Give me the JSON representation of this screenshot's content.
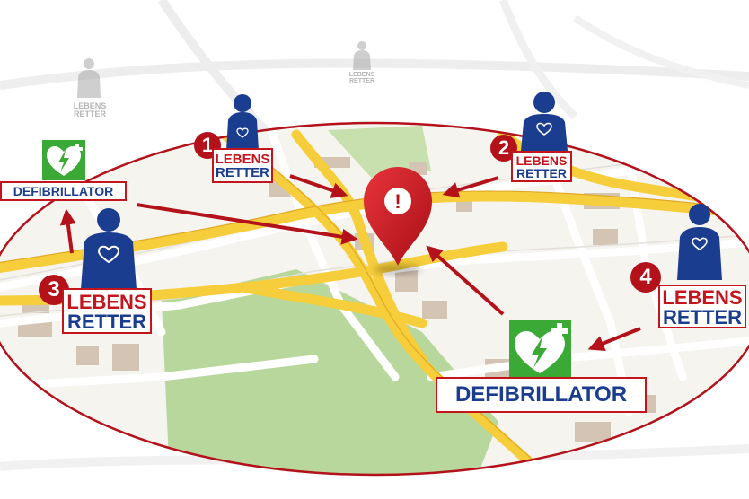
{
  "colors": {
    "accent_red": "#c4141c",
    "person_blue": "#1b3d8f",
    "aed_green": "#3aa935",
    "road_yellow": "#f6cd3a",
    "park_green": "#b7d69a"
  },
  "icons": {
    "person": "person-silhouette-icon",
    "aed": "aed-heart-lightning-icon",
    "pin": "map-pin-icon"
  },
  "emergency_pin": {
    "symbol": "!"
  },
  "responders": [
    {
      "number": "1",
      "label_top": "LEBENS",
      "label_bottom": "RETTER"
    },
    {
      "number": "2",
      "label_top": "LEBENS",
      "label_bottom": "RETTER"
    },
    {
      "number": "3",
      "label_top": "LEBENS",
      "label_bottom": "RETTER"
    },
    {
      "number": "4",
      "label_top": "LEBENS",
      "label_bottom": "RETTER"
    }
  ],
  "inactive_responders": [
    {
      "label_top": "LEBENS",
      "label_bottom": "RETTER"
    },
    {
      "label_top": "LEBENS",
      "label_bottom": "RETTER"
    }
  ],
  "defibrillators": [
    {
      "label": "DEFIBRILLATOR"
    },
    {
      "label": "DEFIBRILLATOR"
    }
  ]
}
